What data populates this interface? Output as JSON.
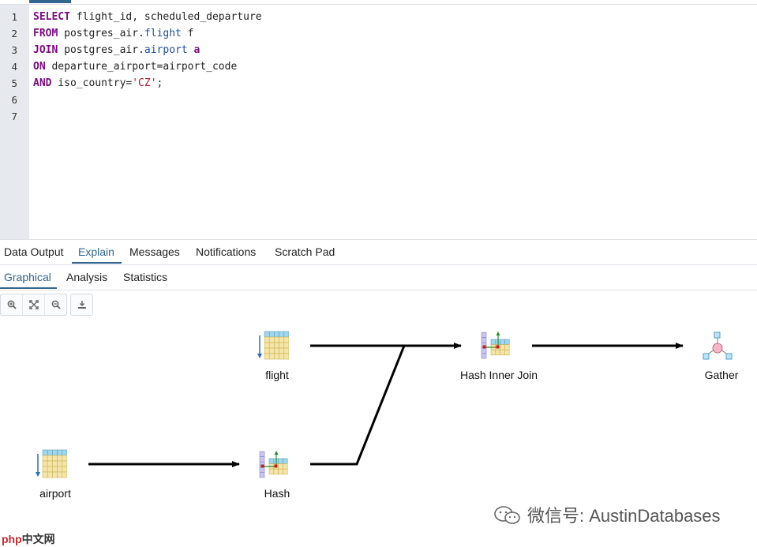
{
  "editor": {
    "line_numbers": [
      "1",
      "2",
      "3",
      "4",
      "5",
      "6",
      "7"
    ],
    "lines": [
      [
        {
          "t": "SELECT",
          "c": "kw"
        },
        {
          "t": " flight_id, scheduled_departure",
          "c": ""
        }
      ],
      [
        {
          "t": "FROM",
          "c": "kw"
        },
        {
          "t": " postgres_air.",
          "c": ""
        },
        {
          "t": "flight",
          "c": "prop"
        },
        {
          "t": " f",
          "c": ""
        }
      ],
      [
        {
          "t": "JOIN",
          "c": "kw"
        },
        {
          "t": " postgres_air.",
          "c": ""
        },
        {
          "t": "airport",
          "c": "prop"
        },
        {
          "t": " ",
          "c": ""
        },
        {
          "t": "a",
          "c": "kw"
        }
      ],
      [
        {
          "t": "ON",
          "c": "kw"
        },
        {
          "t": " departure_airport=airport_code",
          "c": ""
        }
      ],
      [
        {
          "t": "AND",
          "c": "kw"
        },
        {
          "t": " iso_country=",
          "c": ""
        },
        {
          "t": "'CZ'",
          "c": "str"
        },
        {
          "t": ";",
          "c": ""
        }
      ],
      [],
      []
    ]
  },
  "result_tabs": [
    "Data Output",
    "Explain",
    "Messages",
    "Notifications",
    "Scratch Pad"
  ],
  "result_tabs_active": "Explain",
  "explain_tabs": [
    "Graphical",
    "Analysis",
    "Statistics"
  ],
  "explain_tabs_active": "Graphical",
  "toolbar": {
    "zoom_in": "zoom-in-icon",
    "zoom_fit": "zoom-fit-icon",
    "zoom_out": "zoom-out-icon",
    "download": "download-icon"
  },
  "plan": {
    "nodes": {
      "flight": "flight",
      "airport": "airport",
      "hash": "Hash",
      "hash_join": "Hash Inner Join",
      "gather": "Gather"
    }
  },
  "watermark": "微信号: AustinDatabases",
  "logo": {
    "brand": "php",
    "suffix": "中文网"
  },
  "colors": {
    "accent": "#326690",
    "keyword": "#7a0d80",
    "identifier": "#1f4f95",
    "string": "#b2162b"
  }
}
